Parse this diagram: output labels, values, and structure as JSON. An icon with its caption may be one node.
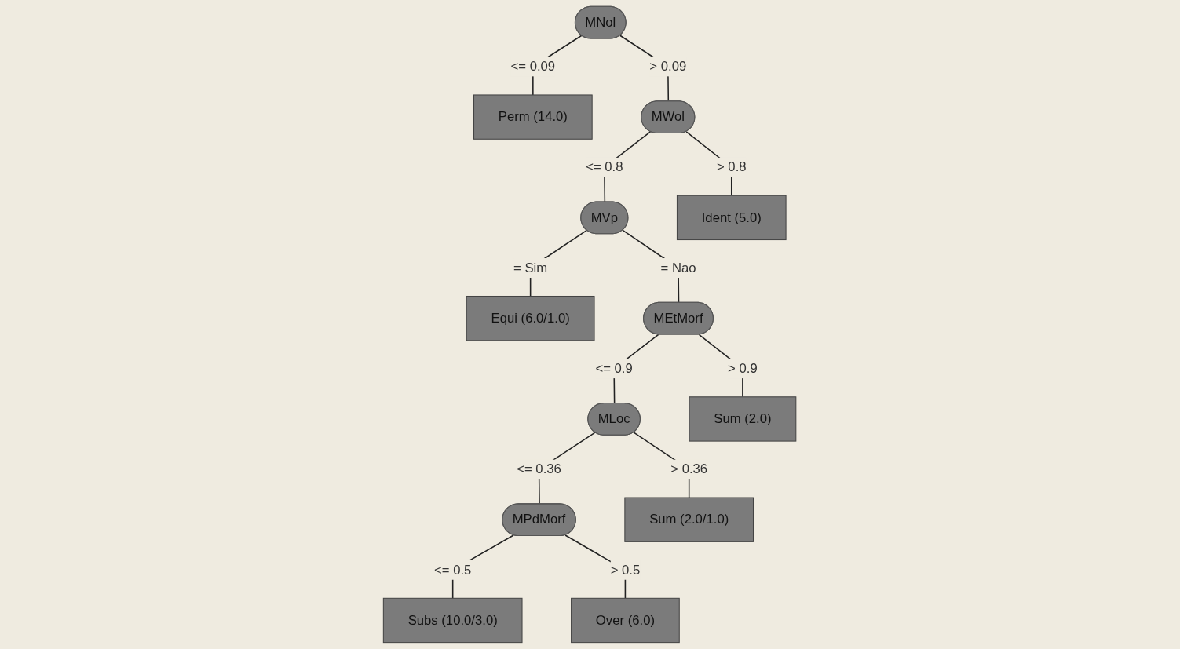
{
  "diagram": {
    "nodes": [
      {
        "text": [
          "MNol"
        ]
      },
      {
        "text": [
          "Perm (14.0)"
        ]
      },
      {
        "text": [
          "MWol"
        ]
      },
      {
        "text": [
          "MVp"
        ]
      },
      {
        "text": [
          "Ident (5.0)"
        ]
      },
      {
        "text": [
          "Equi (6.0/1.0)"
        ]
      },
      {
        "text": [
          "MEtMorf"
        ]
      },
      {
        "text": [
          "MLoc"
        ]
      },
      {
        "text": [
          "Sum (2.0)"
        ]
      },
      {
        "text": [
          "MPdMorf"
        ]
      },
      {
        "text": [
          "Sum (2.0/1.0)"
        ]
      },
      {
        "text": [
          "Subs (10.0/3.0)"
        ]
      },
      {
        "text": [
          "Over (6.0)"
        ]
      }
    ],
    "edges": [
      {
        "from": 0,
        "to": 1,
        "arrow": "none",
        "label": "<= 0.09"
      },
      {
        "from": 0,
        "to": 2,
        "arrow": "none",
        "label": "> 0.09"
      },
      {
        "from": 2,
        "to": 3,
        "arrow": "none",
        "label": "<= 0.8"
      },
      {
        "from": 2,
        "to": 4,
        "arrow": "none",
        "label": "> 0.8"
      },
      {
        "from": 3,
        "to": 5,
        "arrow": "none",
        "label": "= Sim"
      },
      {
        "from": 3,
        "to": 6,
        "arrow": "none",
        "label": "= Nao"
      },
      {
        "from": 6,
        "to": 7,
        "arrow": "none",
        "label": "<= 0.9"
      },
      {
        "from": 6,
        "to": 8,
        "arrow": "none",
        "label": "> 0.9"
      },
      {
        "from": 7,
        "to": 9,
        "arrow": "none",
        "label": "<= 0.36"
      },
      {
        "from": 7,
        "to": 10,
        "arrow": "none",
        "label": "> 0.36"
      },
      {
        "from": 9,
        "to": 11,
        "arrow": "none",
        "label": "<= 0.5"
      },
      {
        "from": 9,
        "to": 12,
        "arrow": "none",
        "label": "> 0.5"
      }
    ]
  }
}
